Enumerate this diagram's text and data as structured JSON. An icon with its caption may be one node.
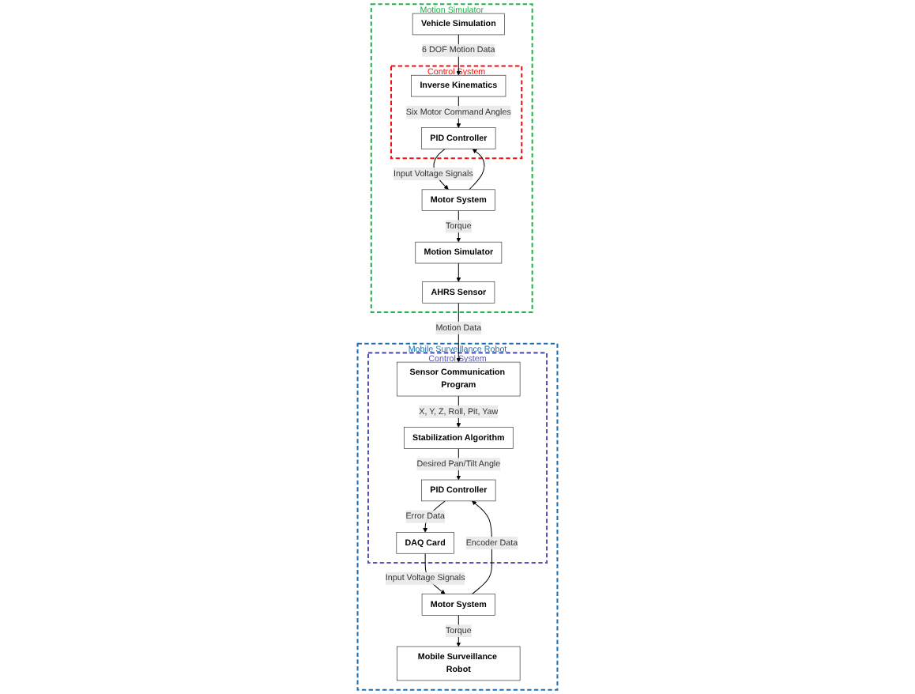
{
  "diagram": {
    "nodes": [
      {
        "text": [
          "Motion Simulator"
        ]
      },
      {
        "text": [
          "Control System"
        ],
        "in": 0
      },
      {
        "text": [
          "Vehicle Simulation"
        ],
        "in": 0
      },
      {
        "text": [
          "Inverse Kinematics"
        ],
        "in": 1
      },
      {
        "text": [
          "PID Controller"
        ],
        "in": 1
      },
      {
        "text": [
          "Motor System"
        ],
        "in": 0
      },
      {
        "text": [
          "Motion Simulator"
        ],
        "in": 0
      },
      {
        "text": [
          "AHRS Sensor"
        ],
        "in": 0
      },
      {
        "text": [
          "Mobile Surveillance Robot"
        ]
      },
      {
        "text": [
          "Control System"
        ],
        "in": 8
      },
      {
        "text": [
          "Sensor Communication Program"
        ],
        "in": 9
      },
      {
        "text": [
          "Stabilization Algorithm"
        ],
        "in": 9
      },
      {
        "text": [
          "PID Controller"
        ],
        "in": 9
      },
      {
        "text": [
          "DAQ Card"
        ],
        "in": 9
      },
      {
        "text": [
          "Motor System"
        ],
        "in": 8
      },
      {
        "text": [
          "Mobile Surveillance Robot"
        ],
        "in": 8
      }
    ],
    "edges": [
      {
        "from": 2,
        "to": 3,
        "arrow": "to",
        "label": "6 DOF Motion Data"
      },
      {
        "from": 3,
        "to": 4,
        "arrow": "to",
        "label": "Six Motor Command Angles"
      },
      {
        "from": 4,
        "to": 5,
        "arrow": "to",
        "label": "Input Voltage Signals"
      },
      {
        "from": 5,
        "to": 6,
        "arrow": "to",
        "label": "Torque"
      },
      {
        "from": 5,
        "to": 4,
        "arrow": "to"
      },
      {
        "from": 6,
        "to": 7,
        "arrow": "to"
      },
      {
        "from": 7,
        "to": 10,
        "arrow": "to",
        "label": "Motion Data"
      },
      {
        "from": 10,
        "to": 11,
        "arrow": "to",
        "label": "X, Y, Z, Roll, Pit, Yaw"
      },
      {
        "from": 11,
        "to": 12,
        "arrow": "to",
        "label": "Desired Pan/Tilt Angle"
      },
      {
        "from": 12,
        "to": 13,
        "arrow": "to",
        "label": "Error Data"
      },
      {
        "from": 13,
        "to": 14,
        "arrow": "to",
        "label": "Input Voltage Signals"
      },
      {
        "from": 14,
        "to": 15,
        "arrow": "to",
        "label": "Torque"
      },
      {
        "from": 14,
        "to": 12,
        "arrow": "to",
        "label": "Encoder Data"
      }
    ]
  }
}
